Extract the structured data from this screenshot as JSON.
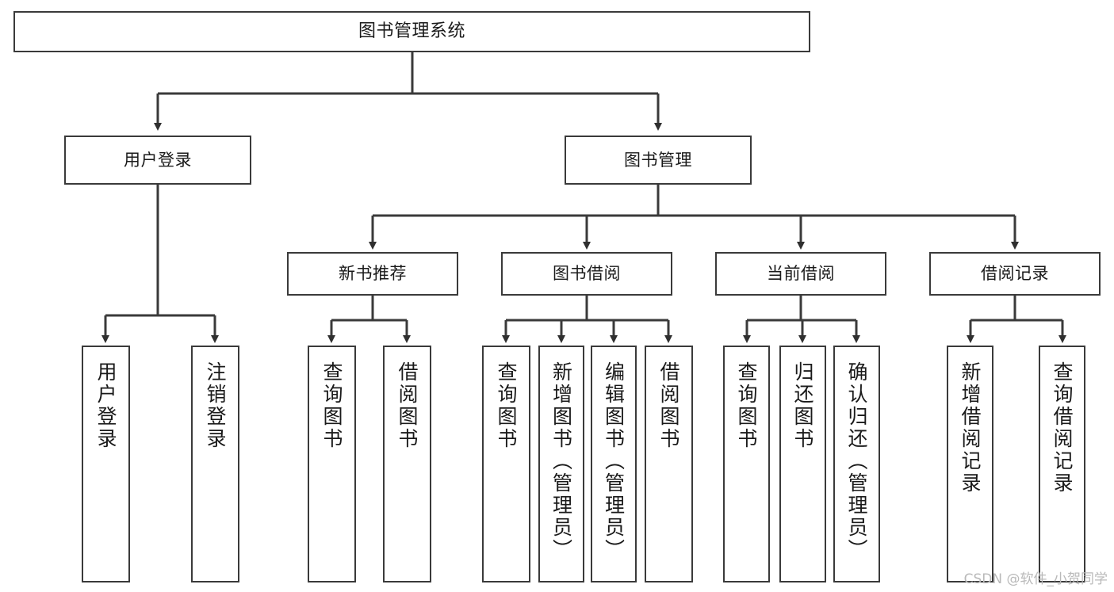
{
  "diagram": {
    "type": "hierarchy-tree",
    "title": "图书管理系统",
    "root": {
      "label": "图书管理系统"
    },
    "level2": [
      {
        "label": "用户登录"
      },
      {
        "label": "图书管理"
      }
    ],
    "level3": [
      {
        "label": "新书推荐"
      },
      {
        "label": "图书借阅"
      },
      {
        "label": "当前借阅"
      },
      {
        "label": "借阅记录"
      }
    ],
    "leaves": {
      "user_login": [
        {
          "label": "用户登录"
        },
        {
          "label": "注销登录"
        }
      ],
      "new_book_recommend": [
        {
          "label": "查询图书"
        },
        {
          "label": "借阅图书"
        }
      ],
      "book_borrow": [
        {
          "label": "查询图书"
        },
        {
          "label": "新增图书（管理员）"
        },
        {
          "label": "编辑图书（管理员）"
        },
        {
          "label": "借阅图书"
        }
      ],
      "current_borrow": [
        {
          "label": "查询图书"
        },
        {
          "label": "归还图书"
        },
        {
          "label": "确认归还（管理员）"
        }
      ],
      "borrow_records": [
        {
          "label": "新增借阅记录"
        },
        {
          "label": "查询借阅记录"
        }
      ]
    }
  },
  "watermark": {
    "text": "CSDN @软件_小贺同学"
  },
  "colors": {
    "box_border": "#3a3a3a",
    "box_fill": "#ffffff",
    "line": "#3a3a3a",
    "text": "#1a1a1a",
    "watermark": "#b9b9b9"
  }
}
